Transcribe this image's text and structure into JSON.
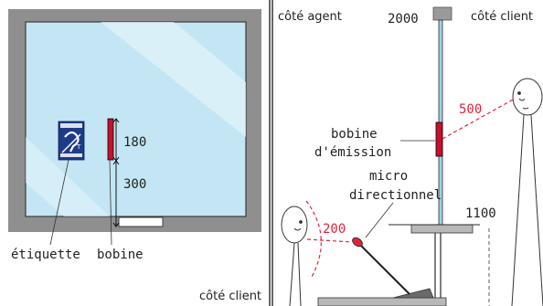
{
  "left_panel": {
    "dim_top": "180",
    "dim_bottom": "300",
    "label_etiquette": "étiquette",
    "label_bobine": "bobine",
    "label_cote_client": "côté client"
  },
  "right_panel": {
    "label_cote_agent": "côté agent",
    "label_2000": "2000",
    "label_cote_client": "côté client",
    "label_500": "500",
    "label_bobine_line1": "bobine",
    "label_bobine_line2": "d'émission",
    "label_micro_line1": "micro",
    "label_micro_line2": "directionnel",
    "label_1100": "1100",
    "label_200": "200"
  },
  "colors": {
    "frame": "#8f8f8f",
    "glass": "#bfe3f2",
    "coil": "#c8102e",
    "red_dash": "#e0243a",
    "sign_blue": "#1e3a8a"
  },
  "icons": {
    "hearing_sign": "hearing-loop-sign-icon",
    "person_agent": "person-head-icon",
    "person_client": "person-head-icon"
  }
}
